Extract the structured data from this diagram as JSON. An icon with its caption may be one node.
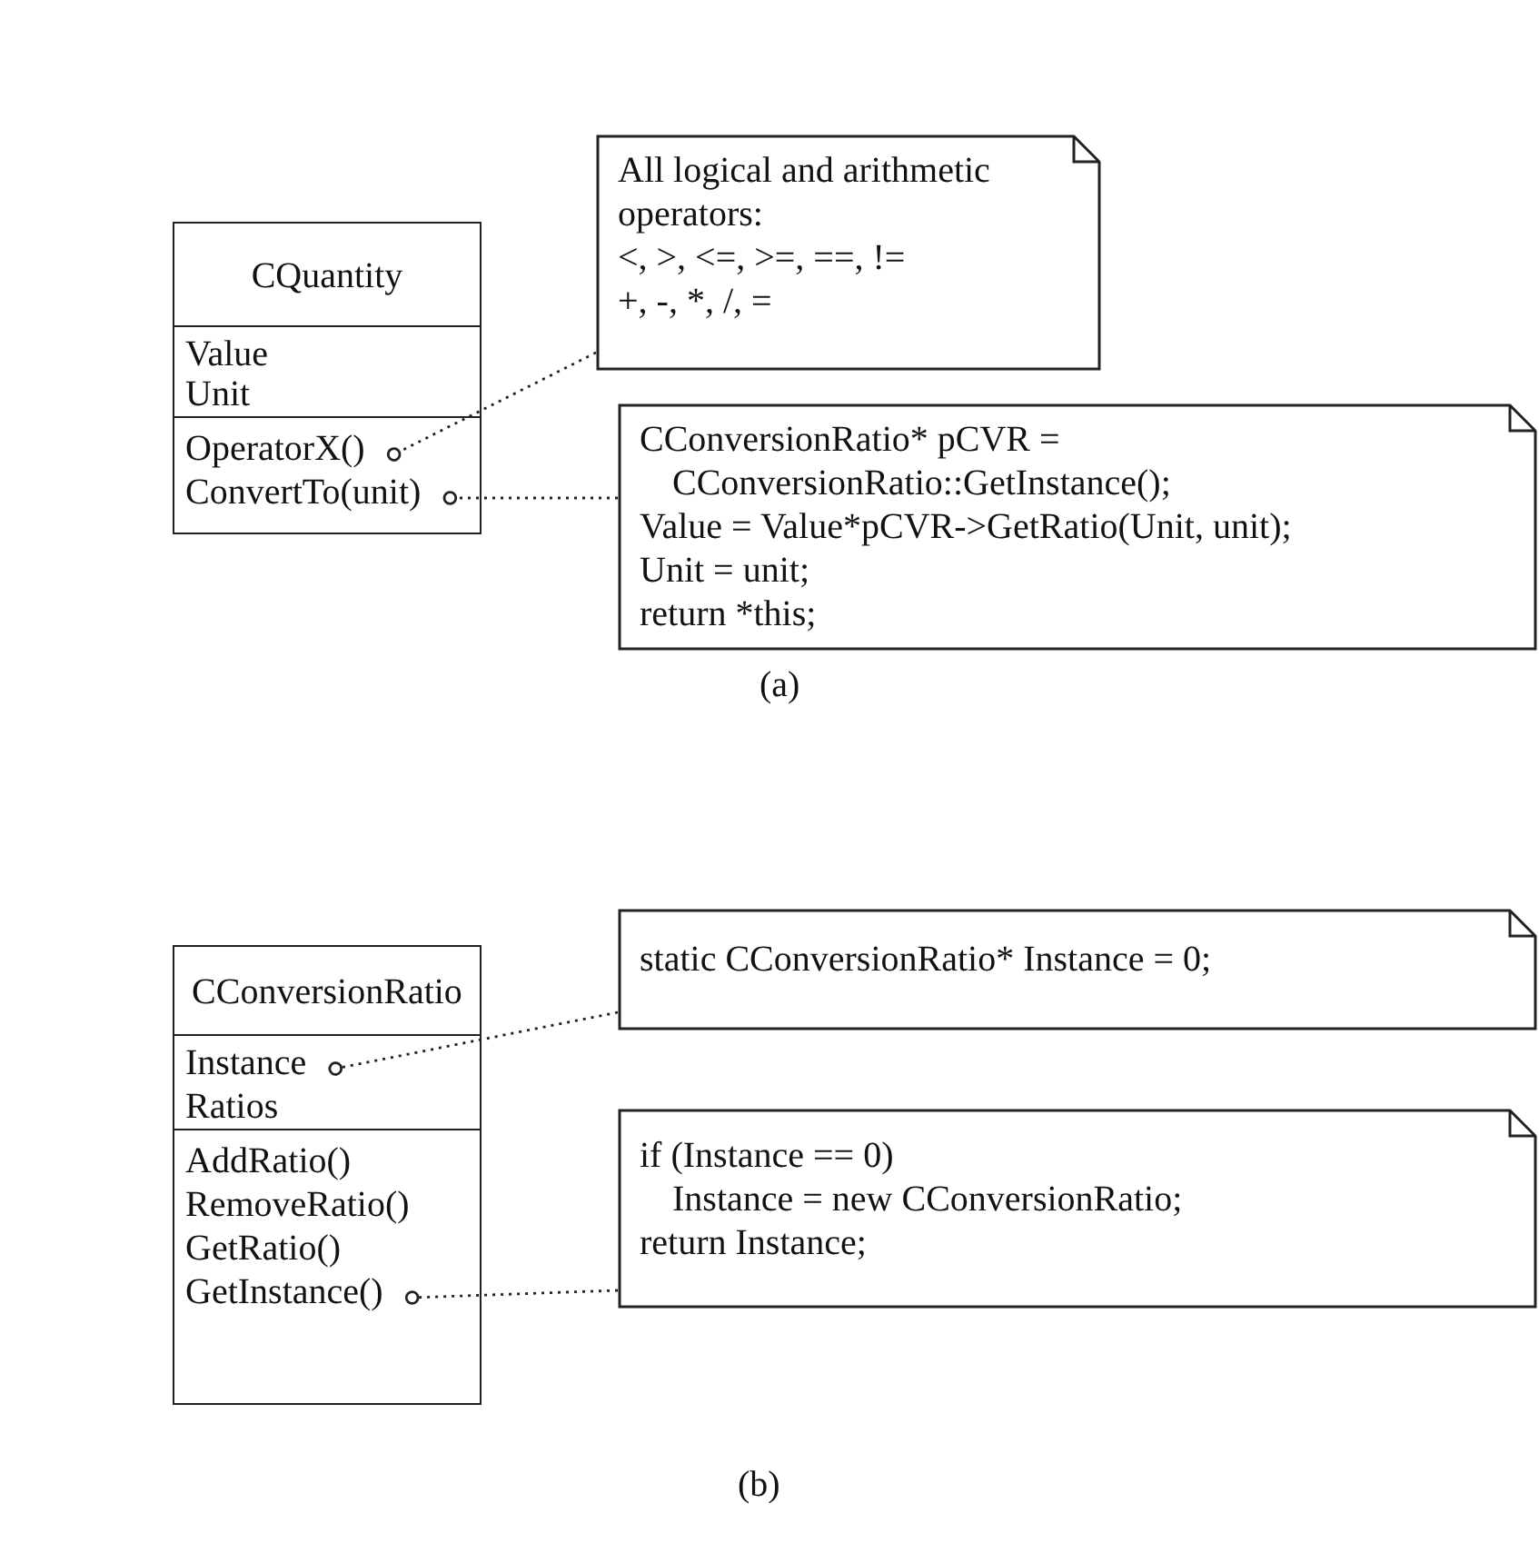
{
  "diagram": {
    "nodes": [
      {
        "text": [
          "CQuantity"
        ]
      },
      {
        "text": [
          "Value"
        ],
        "in": 0
      },
      {
        "text": [
          "Unit"
        ],
        "in": 0
      },
      {
        "text": [
          "OperatorX()"
        ],
        "in": 0
      },
      {
        "text": [
          "ConvertTo(unit)"
        ],
        "in": 0
      },
      {
        "text": [
          "All logical and arithmetic operators:",
          "<, >, <=, >=, ==, !=",
          "+, -, *, /, ="
        ]
      },
      {
        "text": [
          "CConversionRatio* pCVR =",
          "CConversionRatio::GetInstance();",
          "Value = Value*pCVR->GetRatio(Unit, unit);",
          "Unit = unit;",
          "return *this;"
        ]
      },
      {
        "text": [
          "CConversionRatio"
        ]
      },
      {
        "text": [
          "Instance"
        ],
        "in": 7
      },
      {
        "text": [
          "Ratios"
        ],
        "in": 7
      },
      {
        "text": [
          "AddRatio()"
        ],
        "in": 7
      },
      {
        "text": [
          "RemoveRatio()"
        ],
        "in": 7
      },
      {
        "text": [
          "GetRatio()"
        ],
        "in": 7
      },
      {
        "text": [
          "GetInstance()"
        ],
        "in": 7
      },
      {
        "text": [
          "static CConversionRatio* Instance = 0;"
        ]
      },
      {
        "text": [
          "if (Instance == 0)",
          "Instance = new CConversionRatio;",
          "return Instance;"
        ]
      }
    ],
    "edges": [
      {
        "from": 5,
        "to": 3,
        "arrow": "other",
        "style": "dashed"
      },
      {
        "from": 6,
        "to": 4,
        "arrow": "other",
        "style": "dashed"
      },
      {
        "from": 14,
        "to": 8,
        "arrow": "other",
        "style": "dashed"
      },
      {
        "from": 15,
        "to": 13,
        "arrow": "other",
        "style": "dashed"
      }
    ],
    "labels": [
      "(a)",
      "(b)"
    ]
  }
}
